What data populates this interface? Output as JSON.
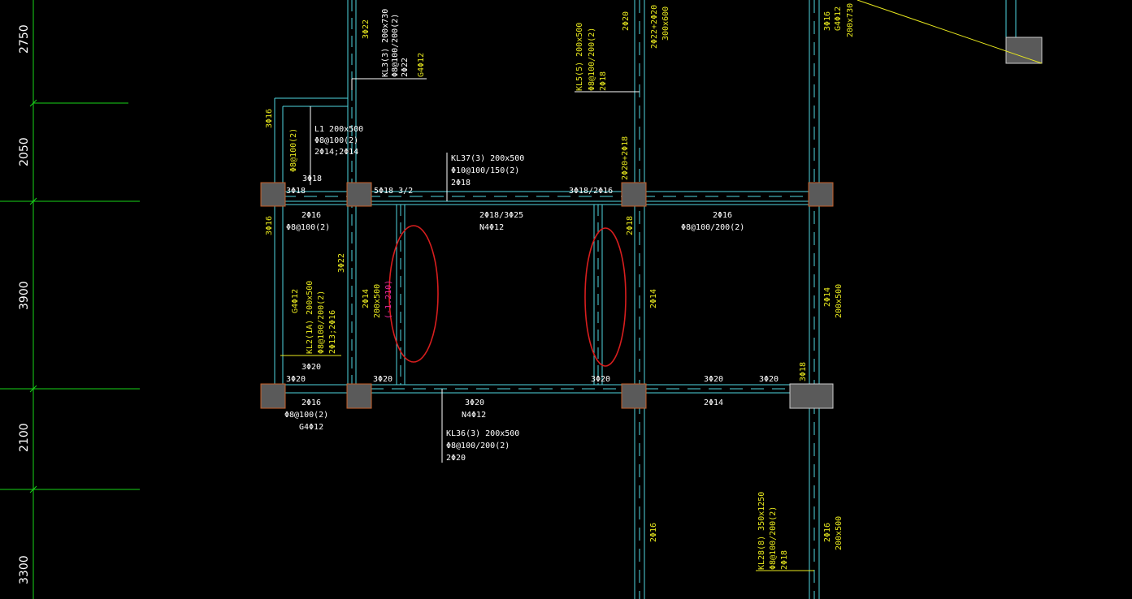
{
  "colors": {
    "background": "#000000",
    "beam_line": "#4fd6e0",
    "dim_line": "#19d419",
    "text_white": "#ffffff",
    "text_yellow": "#e8e81e",
    "text_magenta": "#e8269e",
    "column_fill": "#5a5a5a",
    "column_border": "#c8602a",
    "highlight_ellipse": "#d81e1e",
    "leader_yellow": "#e8e81e"
  },
  "dimensions": [
    "2750",
    "2050",
    "3900",
    "2100",
    "3300"
  ],
  "labels": {
    "kl3_name": "KL3(3) 200x730",
    "kl3_stirrup": "Φ8@100/200(2)",
    "kl3_top": "2Φ22",
    "kl3_side": "G4Φ12",
    "kl3_left": "3Φ22",
    "kl5_name": "KL5(5) 200x500",
    "kl5_stirrup": "Φ8@100/200(2)",
    "kl5_top": "2Φ18",
    "kl5_near": "2Φ20",
    "beam_300_top": "2Φ22+2Φ20",
    "beam_300_size": "300x600",
    "right_top_1": "3Φ16",
    "right_top_2": "G4Φ12",
    "right_top_3": "200x730",
    "l1_name": "L1 200x500",
    "l1_stirrup": "Φ8@100(2)",
    "l1_bars": "2Φ14;2Φ14",
    "left_3phi16_a": "3Φ16",
    "left_stirrup_a": "Φ8@100(2)",
    "kl37_name": "KL37(3) 200x500",
    "kl37_stirrup": "Φ10@100/150(2)",
    "kl37_top": "2Φ18",
    "top_3phi18": "3Φ18",
    "top_3phi18_left": "3Φ18",
    "top_5phi18": "5Φ18 3/2",
    "top_3phi18_2phi16": "3Φ18/2Φ16",
    "col3_vert": "2Φ20+2Φ18",
    "mid_2phi16": "2Φ16",
    "mid_stirrup": "Φ8@100(2)",
    "mid_3phi16": "3Φ16",
    "center_2phi18_3phi25": "2Φ18/3Φ25",
    "center_n4": "N4Φ12",
    "right_2phi16": "2Φ16",
    "right_stirrup": "Φ8@100/200(2)",
    "col3_2phi18": "2Φ18",
    "col_3phi22": "3Φ22",
    "sec_2phi14": "2Φ14",
    "sec_size": "200x500",
    "sec_magenta": "(-1.210)",
    "right_col_2phi14": "2Φ14",
    "far_right_2phi14": "2Φ14",
    "far_right_size": "200x500",
    "kl2_g4": "G4Φ12",
    "kl2_name": "KL2(1A) 200x500",
    "kl2_stirrup": "Φ8@100/200(2)",
    "kl2_bars": "2Φ13;2Φ16",
    "kl2_3phi20": "3Φ20",
    "bot_3phi20_a": "3Φ20",
    "bot_3phi20_b": "3Φ20",
    "bot_3phi20_c": "3Φ20",
    "bot_3phi20_d": "3Φ20",
    "bot_3phi20_e": "3Φ20",
    "bot_3phi18": "3Φ18",
    "low_2phi16": "2Φ16",
    "low_stirrup": "Φ8@100(2)",
    "low_g4": "G4Φ12",
    "low_3phi20": "3Φ20",
    "low_n4": "N4Φ12",
    "low_2phi14": "2Φ14",
    "kl36_name": "KL36(3) 200x500",
    "kl36_stirrup": "Φ8@100/200(2)",
    "kl36_top": "2Φ20",
    "bottom_2phi16": "2Φ16",
    "kl28_name": "KL28(8) 350x1250",
    "kl28_stirrup": "Φ8@100/200(2)",
    "kl28_top": "2Φ18",
    "bottom_right_2phi16": "2Φ16",
    "bottom_right_size": "200x500"
  }
}
